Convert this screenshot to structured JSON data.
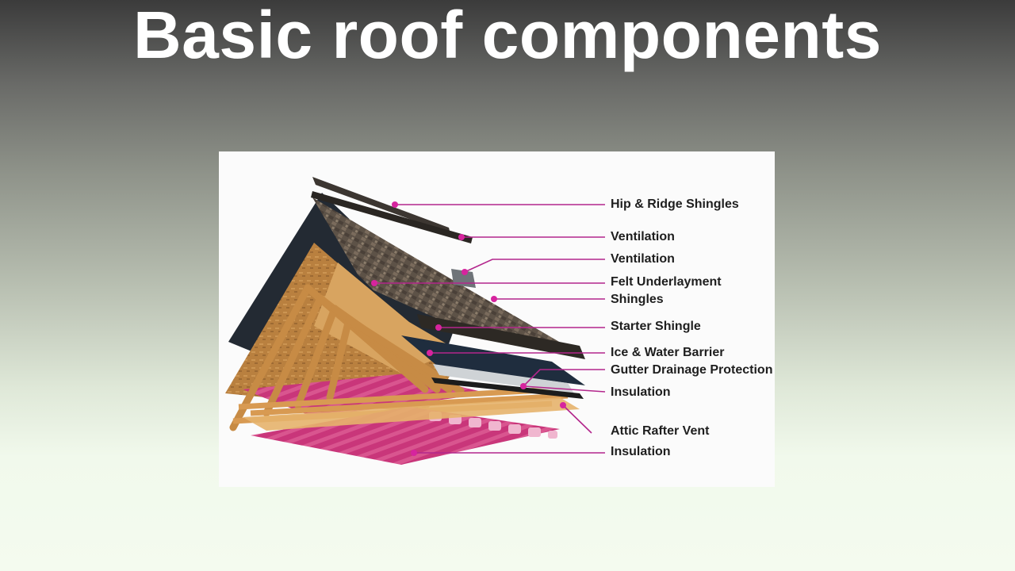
{
  "title": "Basic roof components",
  "diagram": {
    "leader_color": "#b3268c",
    "labels": [
      "Hip & Ridge Shingles",
      "Ventilation",
      "Ventilation",
      "Felt Underlayment",
      "Shingles",
      "Starter Shingle",
      "Ice & Water Barrier",
      "Gutter Drainage Protection",
      "Insulation",
      "Attic Rafter Vent",
      "Insulation"
    ]
  }
}
